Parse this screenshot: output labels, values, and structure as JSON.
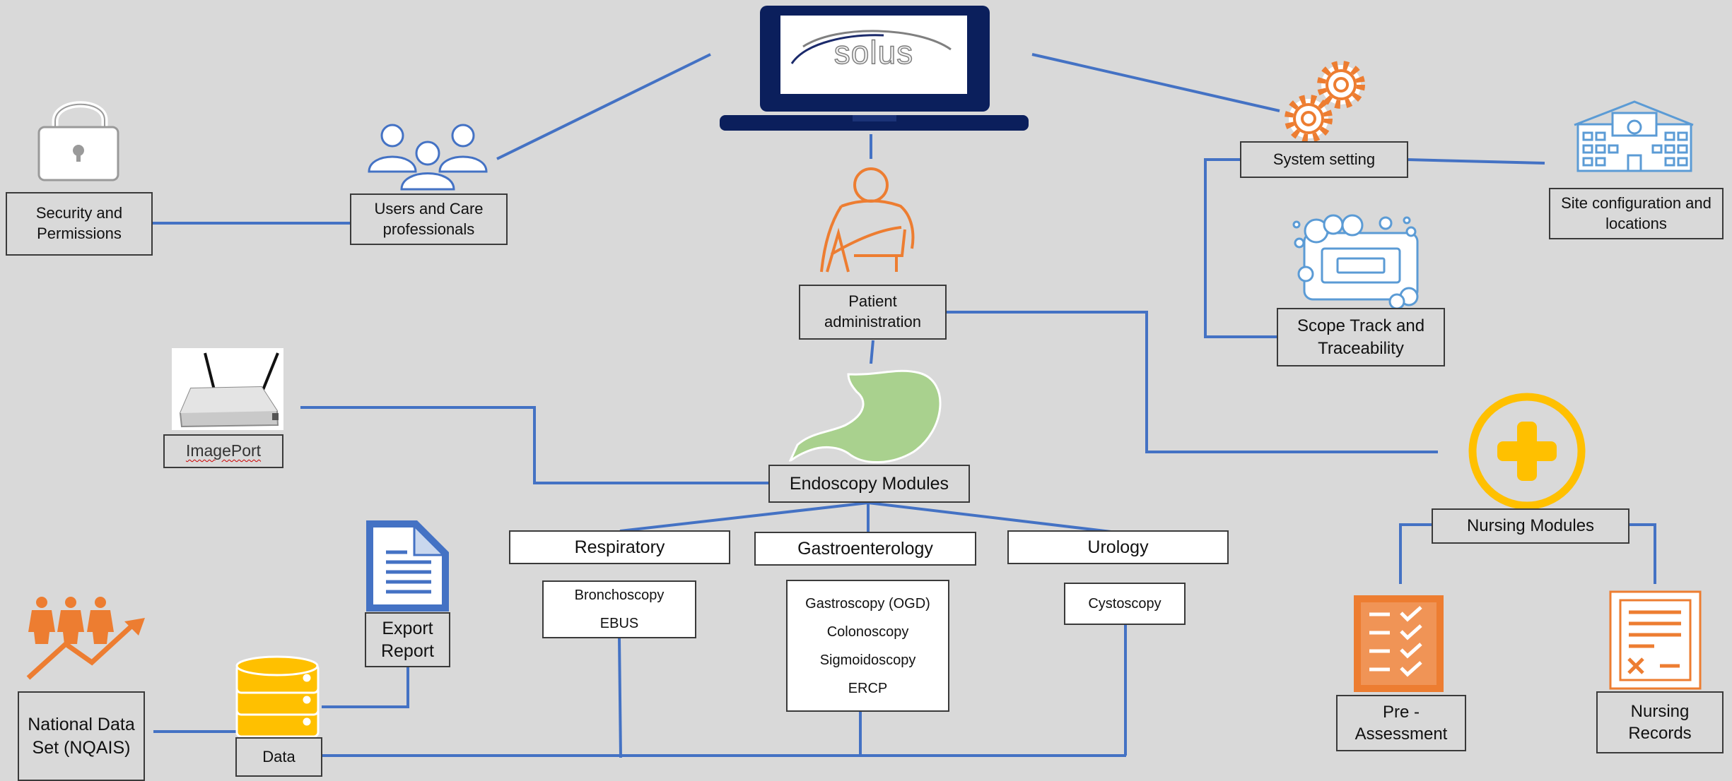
{
  "logo": {
    "brand": "solus"
  },
  "hub": {
    "security": "Security and Permissions",
    "users": "Users and Care professionals",
    "system_setting": "System setting",
    "site_configuration": "Site configuration and locations",
    "scope_track": "Scope Track and Traceability",
    "patient_admin": "Patient administration",
    "imageport": "ImagePort"
  },
  "endoscopy": {
    "title": "Endoscopy Modules",
    "respiratory": {
      "title": "Respiratory",
      "procedures": [
        "Bronchoscopy",
        "EBUS"
      ]
    },
    "gastroenterology": {
      "title": "Gastroenterology",
      "procedures": [
        "Gastroscopy (OGD)",
        "Colonoscopy",
        "Sigmoidoscopy",
        "ERCP"
      ]
    },
    "urology": {
      "title": "Urology",
      "procedures": [
        "Cystoscopy"
      ]
    }
  },
  "nursing": {
    "title": "Nursing Modules",
    "pre_assessment": "Pre - Assessment",
    "records": "Nursing Records"
  },
  "outputs": {
    "export_report": "Export Report",
    "data": "Data",
    "national_data_set": "National Data Set (NQAIS)"
  },
  "colors": {
    "background": "#d9d9d9",
    "connector": "#4472c4",
    "navy": "#0b1f5c",
    "orange": "#ed7d31",
    "yellow": "#ffc000",
    "green": "#a9d18e",
    "light_blue": "#5b9bd5"
  }
}
